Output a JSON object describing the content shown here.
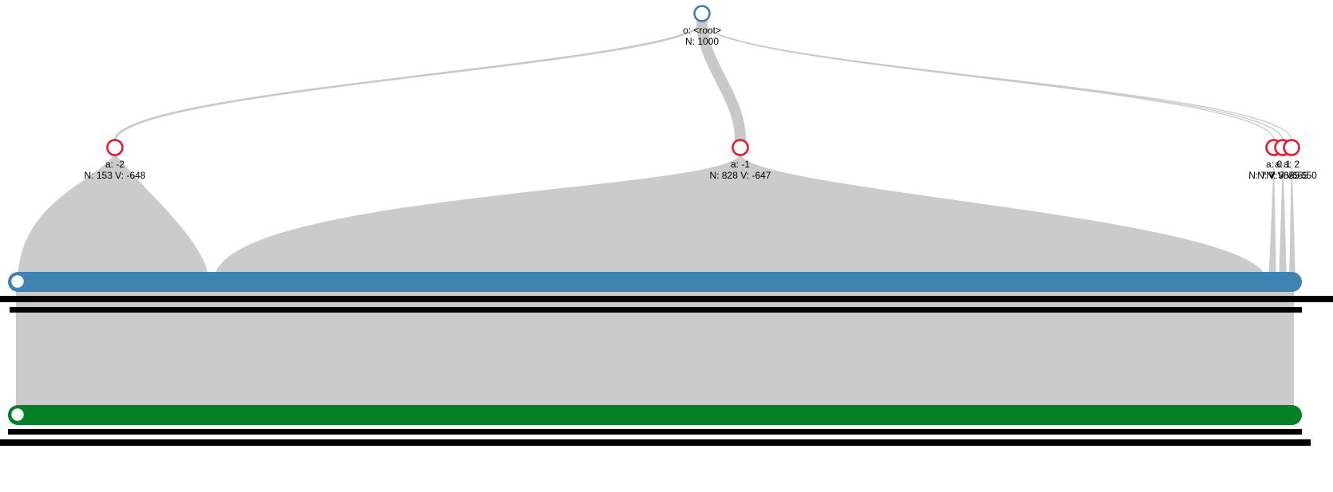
{
  "colors": {
    "edge": "#c8c8c8",
    "root_node": "#3c7fb1",
    "action_node": "#e8192c",
    "blue_band": "#3f84b0",
    "green_band": "#047f25",
    "label_bar": "#000000"
  },
  "tree": {
    "root": {
      "label_line1": "o: <root>",
      "label_line2": "N: 1000"
    },
    "children": [
      {
        "label_line1": "a: -2",
        "label_line2": "N: 153 V: -648",
        "visits": 153
      },
      {
        "label_line1": "a: -1",
        "label_line2": "N: 828 V: -647",
        "visits": 828
      },
      {
        "label_line1": "a: 0",
        "label_line2": "N: 7 V: -655",
        "visits": 7
      },
      {
        "label_line1": "a: 1",
        "label_line2": "N: 7 V: -655",
        "visits": 7
      },
      {
        "label_line1": "a: 2",
        "label_line2": "N: 5 V: -650",
        "visits": 5
      }
    ]
  }
}
